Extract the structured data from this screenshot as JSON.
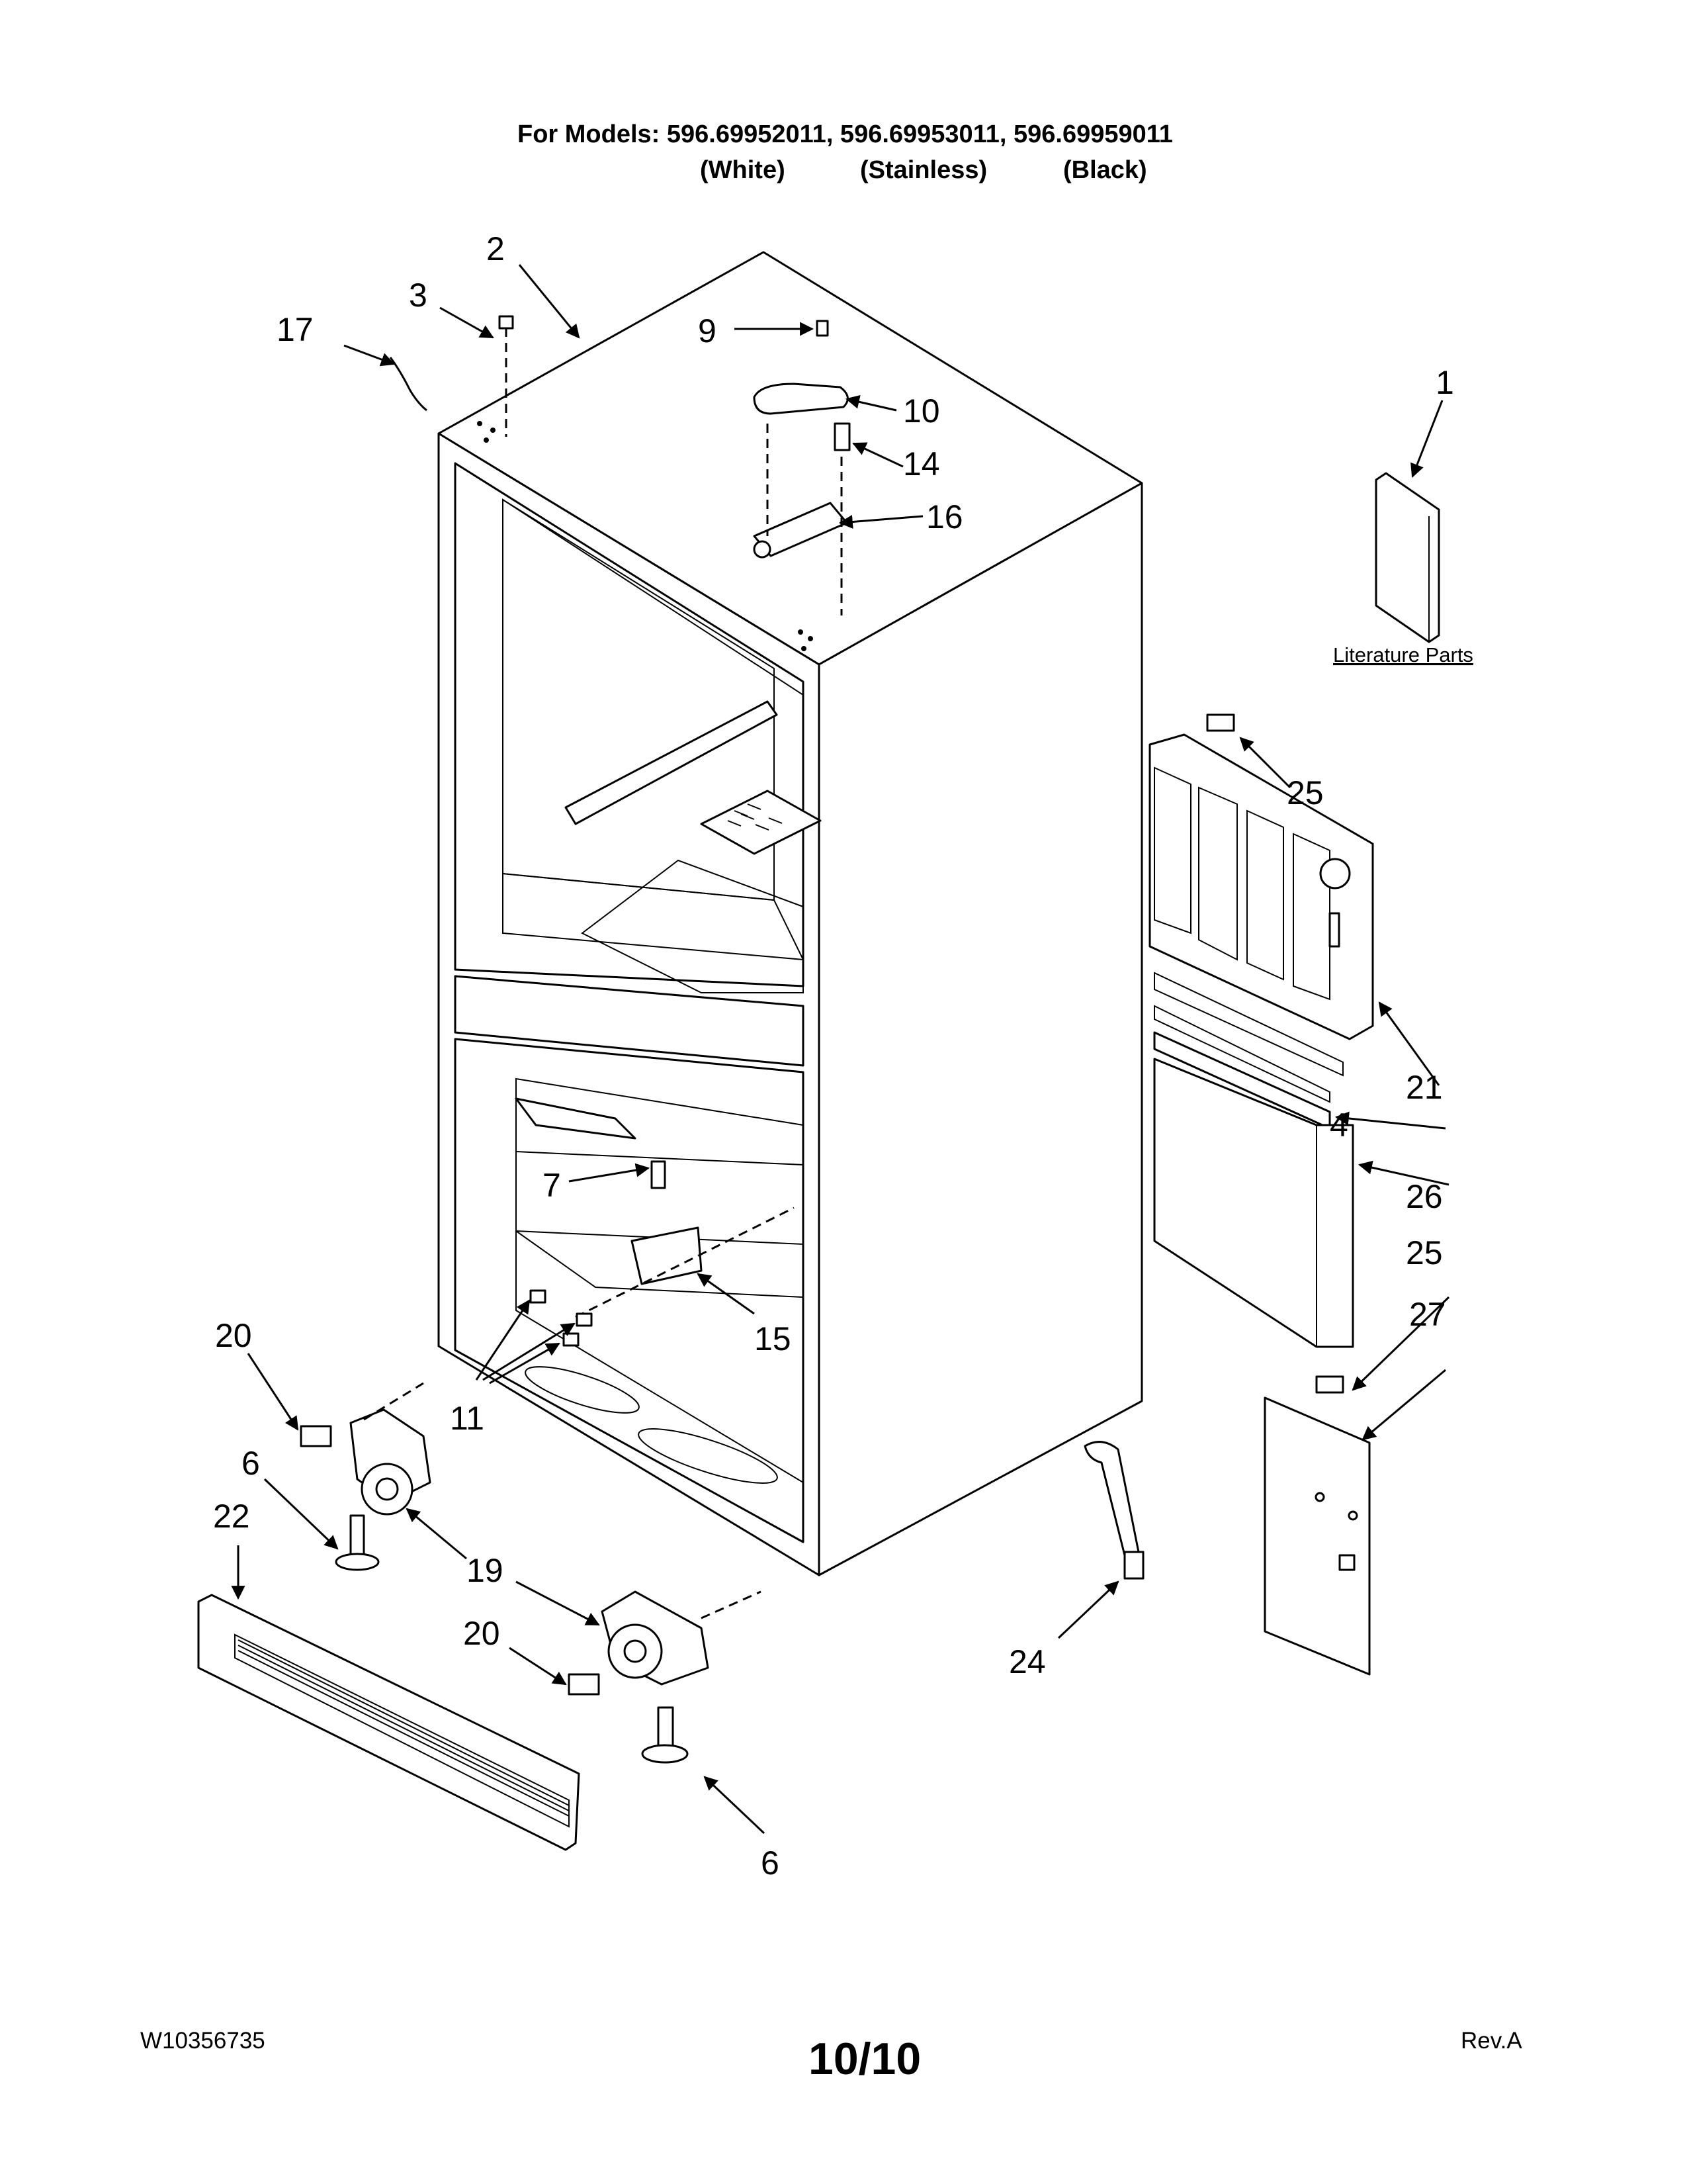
{
  "header": {
    "models_line": "For Models: 596.69952011, 596.69953011, 596.69959011",
    "variants": [
      "(White)",
      "(Stainless)",
      "(Black)"
    ]
  },
  "diagram": {
    "literature_label": "Literature Parts",
    "callouts": {
      "c1": "1",
      "c2": "2",
      "c3": "3",
      "c4": "4",
      "c6a": "6",
      "c6b": "6",
      "c7": "7",
      "c9": "9",
      "c10": "10",
      "c11": "11",
      "c14": "14",
      "c15": "15",
      "c16": "16",
      "c17": "17",
      "c19": "19",
      "c20a": "20",
      "c20b": "20",
      "c21": "21",
      "c22": "22",
      "c24": "24",
      "c25a": "25",
      "c25b": "25",
      "c26": "26",
      "c27": "27"
    }
  },
  "footer": {
    "doc_number": "W10356735",
    "page": "10/10",
    "revision": "Rev.A"
  }
}
